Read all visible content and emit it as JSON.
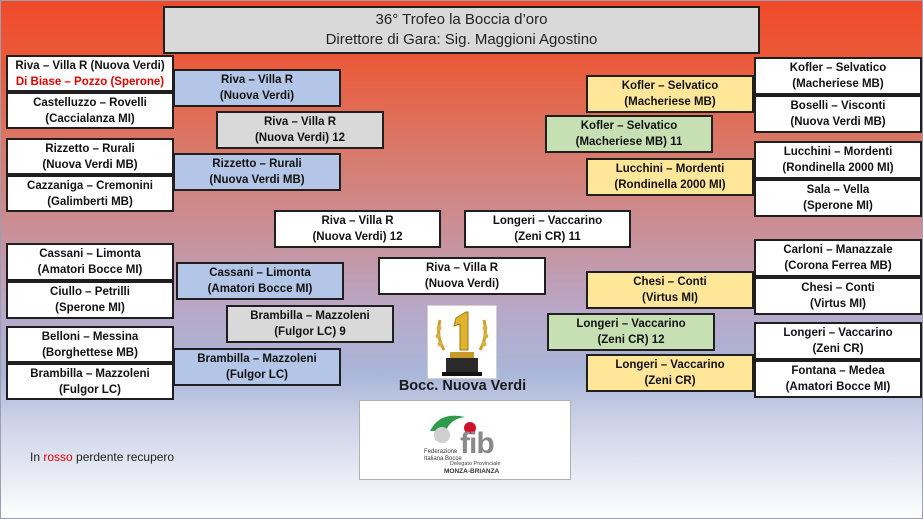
{
  "header": {
    "title": "36° Trofeo la Boccia d’oro",
    "director": "Direttore di Gara: Sig. Maggioni Agostino"
  },
  "left": {
    "r1": [
      {
        "line1": "Riva – Villa R (Nuova Verdi)",
        "loser": "Di Biase – Pozzo (Sperone)"
      },
      {
        "line1": "Castelluzzo – Rovelli",
        "line2": "(Caccialanza MI)"
      },
      {
        "line1": "Rizzetto – Rurali",
        "line2": "(Nuova Verdi MB)"
      },
      {
        "line1": "Cazzaniga – Cremonini",
        "line2": "(Galimberti MB)"
      },
      {
        "line1": "Cassani – Limonta",
        "line2": "(Amatori Bocce MI)"
      },
      {
        "line1": "Ciullo – Petrilli",
        "line2": "(Sperone MI)"
      },
      {
        "line1": "Belloni – Messina",
        "line2": "(Borghettese MB)"
      },
      {
        "line1": "Brambilla – Mazzoleni",
        "line2": "(Fulgor LC)"
      }
    ],
    "r2": [
      {
        "line1": "Riva – Villa R",
        "line2": "(Nuova Verdi)"
      },
      {
        "line1": "Rizzetto – Rurali",
        "line2": "(Nuova Verdi MB)"
      },
      {
        "line1": "Cassani – Limonta",
        "line2": "(Amatori Bocce MI)"
      },
      {
        "line1": "Brambilla – Mazzoleni",
        "line2": "(Fulgor LC)"
      }
    ],
    "r3": [
      {
        "line1": "Riva – Villa R",
        "line2": "(Nuova Verdi)   12"
      },
      {
        "line1": "Brambilla – Mazzoleni",
        "line2": "(Fulgor LC)    9"
      }
    ],
    "semi": {
      "line1": "Riva – Villa R",
      "line2": "(Nuova Verdi)    12"
    }
  },
  "right": {
    "r1": [
      {
        "line1": "Kofler – Selvatico",
        "line2": "(Macheriese MB)"
      },
      {
        "line1": "Boselli – Visconti",
        "line2": "(Nuova Verdi MB)"
      },
      {
        "line1": "Lucchini – Mordenti",
        "line2": "(Rondinella 2000 MI)"
      },
      {
        "line1": "Sala – Vella",
        "line2": "(Sperone MI)"
      },
      {
        "line1": "Carloni – Manazzale",
        "line2": "(Corona Ferrea MB)"
      },
      {
        "line1": "Chesi – Conti",
        "line2": "(Virtus MI)"
      },
      {
        "line1": "Longeri – Vaccarino",
        "line2": "(Zeni CR)"
      },
      {
        "line1": "Fontana – Medea",
        "line2": "(Amatori Bocce MI)"
      }
    ],
    "r2": [
      {
        "line1": "Kofler – Selvatico",
        "line2": "(Macheriese MB)"
      },
      {
        "line1": "Lucchini – Mordenti",
        "line2": "(Rondinella 2000 MI)"
      },
      {
        "line1": "Chesi – Conti",
        "line2": "(Virtus MI)"
      },
      {
        "line1": "Longeri – Vaccarino",
        "line2": "(Zeni CR)"
      }
    ],
    "r3": [
      {
        "line1": "Kofler – Selvatico",
        "line2": "(Macheriese MB)  11"
      },
      {
        "line1": "Longeri – Vaccarino",
        "line2": "(Zeni CR)    12"
      }
    ],
    "semi": {
      "line1": "Longeri – Vaccarino",
      "line2": "(Zeni CR)      11"
    }
  },
  "final": {
    "line1": "Riva – Villa R",
    "line2": "(Nuova Verdi)"
  },
  "winner": "Bocc. Nuova Verdi",
  "logo": {
    "brand": "fib",
    "org_line1": "Federazione",
    "org_line2": "Italiana Bocce",
    "committee": "Delegato Provinciale",
    "area": "MONZA-BRIANZA"
  },
  "legend": {
    "prefix": "In ",
    "highlight": "rosso",
    "suffix": " perdente recupero"
  },
  "colors": {
    "loser_text": "#e00000",
    "round2_fill": "#b4c6e7",
    "round3_fill_left": "#d9d9d9",
    "round2_fill_right": "#ffe699",
    "round3_fill_right": "#c6e0b4"
  }
}
